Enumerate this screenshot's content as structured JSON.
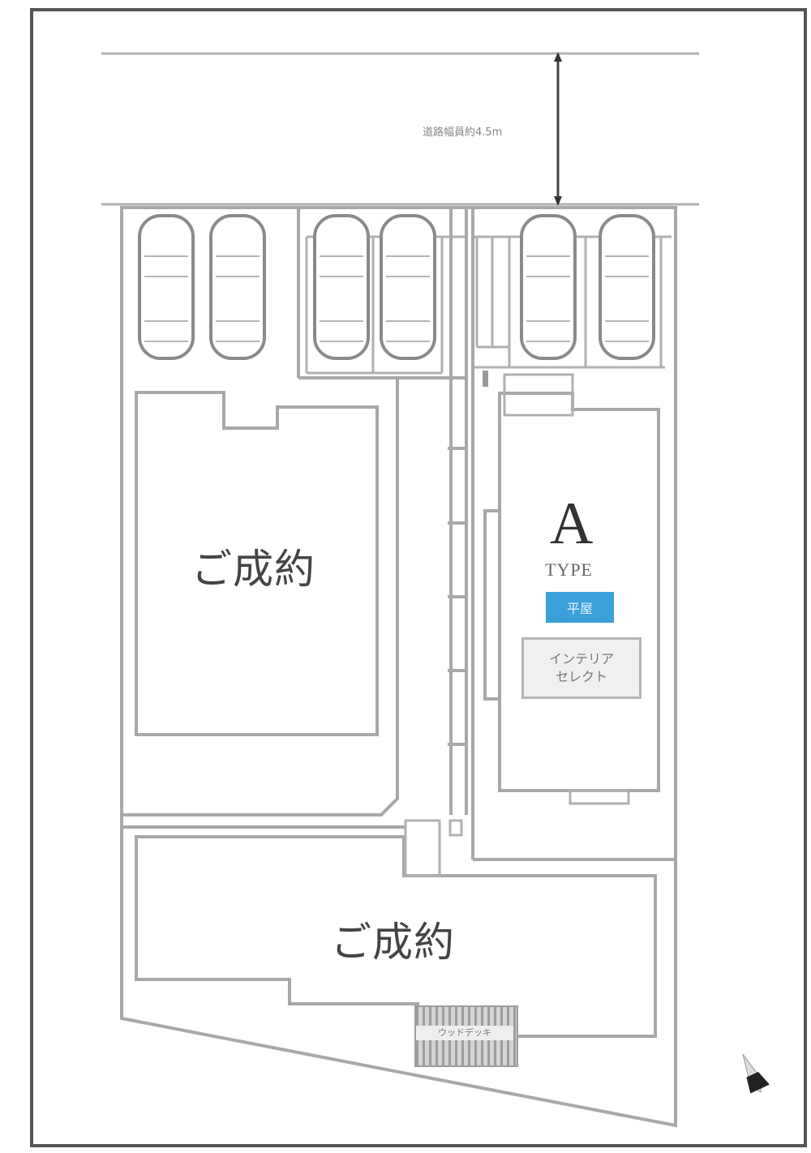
{
  "plan": {
    "road": {
      "width_label": "道路幅員約4.5m"
    },
    "lots": [
      {
        "id": "upper-left",
        "status": "ご成約"
      },
      {
        "id": "lower",
        "status": "ご成約"
      },
      {
        "id": "a",
        "type_letter": "A",
        "type_word": "TYPE",
        "badge": "平屋",
        "option_line1": "インテリア",
        "option_line2": "セレクト"
      }
    ],
    "deck_label": "ウッドデッキ",
    "parking_spaces": 6,
    "colors": {
      "badge": "#3aa0da",
      "lines": "#a8a8a8",
      "frame": "#555555"
    },
    "compass": "north-arrow"
  }
}
